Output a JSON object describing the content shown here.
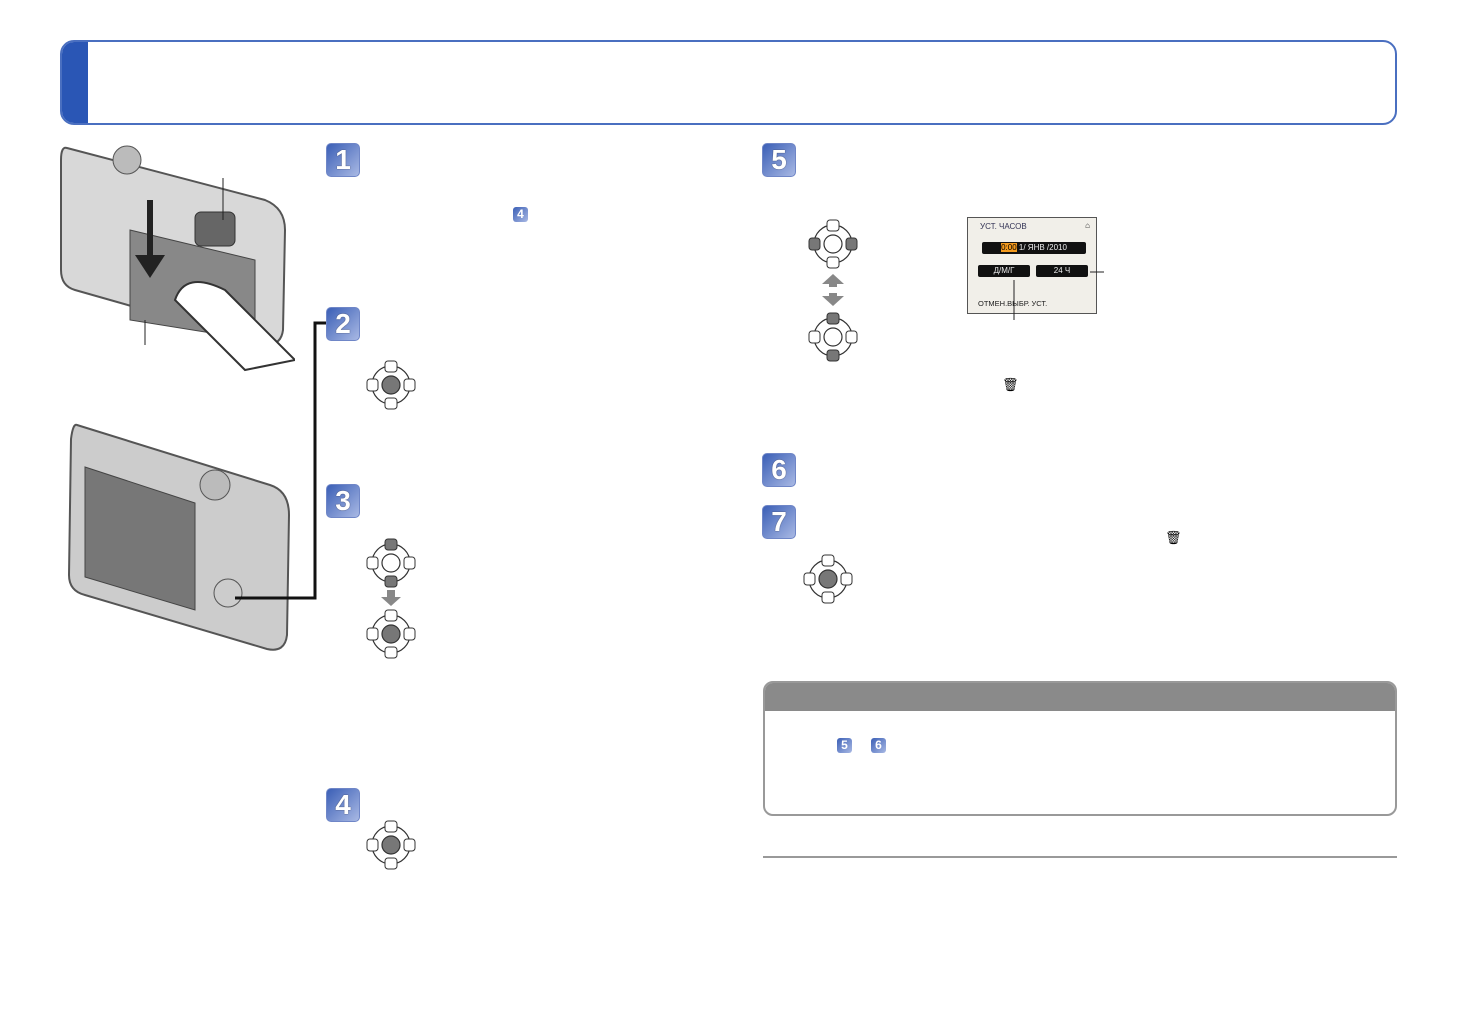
{
  "header": {
    "title": "",
    "accent": "#2a56b5"
  },
  "steps": [
    {
      "number": "1"
    },
    {
      "number": "2"
    },
    {
      "number": "3"
    },
    {
      "number": "4"
    },
    {
      "number": "5"
    },
    {
      "number": "6"
    },
    {
      "number": "7"
    }
  ],
  "inline_refs": {
    "step1_ref": "4",
    "note_ref_a": "5",
    "note_ref_b": "6"
  },
  "lcd": {
    "title": "УСТ. ЧАСОВ",
    "time_value": "0:00",
    "date_value": "1/ ЯНВ /2010",
    "date_format": "Д/М/Г",
    "time_format": "24 Ч",
    "footer": "ОТМЕН.",
    "footer_select": "ВЫБР.",
    "footer_set": "УСТ."
  },
  "icons": {
    "trash": "trash-icon",
    "dpad": "dpad-icon",
    "home": "home-icon"
  },
  "colors": {
    "badge": "#3b5fb6",
    "dpad_active": "#777777",
    "note_header": "#8a8a8a"
  }
}
